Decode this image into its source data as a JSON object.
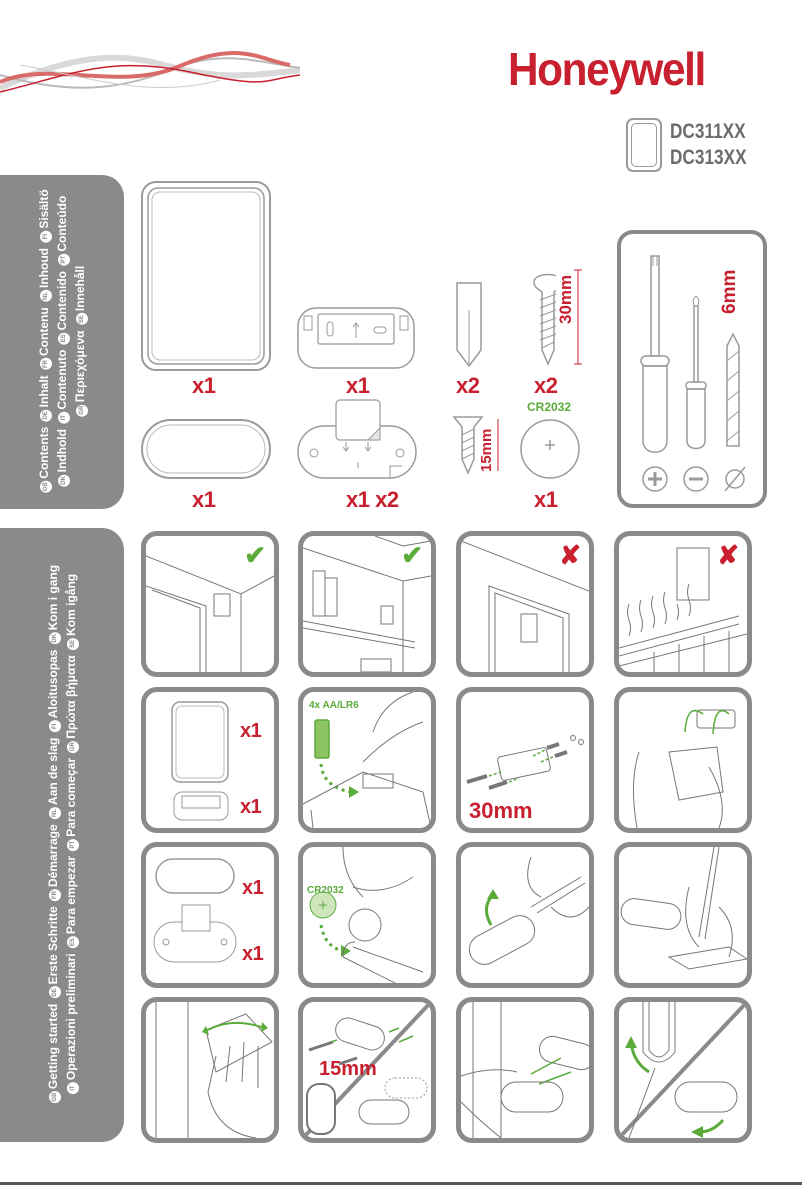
{
  "header": {
    "brand": "Honeywell",
    "models": [
      "DC311XX",
      "DC313XX"
    ]
  },
  "contents_tab": {
    "line1": [
      {
        "flag": "GB",
        "text": "Contents"
      },
      {
        "flag": "DE",
        "text": "Inhalt"
      },
      {
        "flag": "FR",
        "text": "Contenu"
      },
      {
        "flag": "NL",
        "text": "Inhoud"
      },
      {
        "flag": "FI",
        "text": "Sisältö"
      }
    ],
    "line2": [
      {
        "flag": "DK",
        "text": "Indhold"
      },
      {
        "flag": "IT",
        "text": "Contenuto"
      },
      {
        "flag": "ES",
        "text": "Contenido"
      },
      {
        "flag": "PT",
        "text": "Conteúdo"
      }
    ],
    "line3": [
      {
        "flag": "GR",
        "text": "Περιεχόμενα"
      },
      {
        "flag": "SE",
        "text": "Innehåll"
      }
    ]
  },
  "getting_started_tab": {
    "line1": [
      {
        "flag": "GB",
        "text": "Getting started"
      },
      {
        "flag": "DE",
        "text": "Erste Schritte"
      },
      {
        "flag": "FR",
        "text": "Démarrage"
      },
      {
        "flag": "NL",
        "text": "Aan de slag"
      },
      {
        "flag": "FI",
        "text": "Aloitusopas"
      },
      {
        "flag": "DK",
        "text": "Kom i gang"
      }
    ],
    "line2": [
      {
        "flag": "IT",
        "text": "Operazioni preliminari"
      },
      {
        "flag": "ES",
        "text": "Para empezar"
      },
      {
        "flag": "PT",
        "text": "Para começar"
      },
      {
        "flag": "GR",
        "text": "Πρώτα βήματα"
      },
      {
        "flag": "SE",
        "text": "Kom igång"
      }
    ]
  },
  "contents": {
    "items": [
      {
        "name": "door-contact-transmitter",
        "qty": "x1"
      },
      {
        "name": "mounting-bracket",
        "qty": "x1"
      },
      {
        "name": "wall-plug",
        "qty": "x2"
      },
      {
        "name": "screw-30mm",
        "qty": "x2",
        "dimension": "30mm"
      },
      {
        "name": "magnet",
        "qty": "x1"
      },
      {
        "name": "magnet-base-adhesive",
        "qty": "x1 x2"
      },
      {
        "name": "screw-15mm",
        "qty": "",
        "dimension": "15mm"
      },
      {
        "name": "coin-battery",
        "qty": "x1",
        "label": "CR2032"
      }
    ],
    "tools": {
      "drill_size": "6mm",
      "symbols": [
        "+",
        "−",
        "∅"
      ]
    }
  },
  "steps": {
    "row1": [
      {
        "name": "good-location-wall",
        "mark": "✔"
      },
      {
        "name": "good-location-shelf",
        "mark": "✔"
      },
      {
        "name": "bad-location-door",
        "mark": "✘"
      },
      {
        "name": "bad-location-radiator",
        "mark": "✘"
      }
    ],
    "row2": {
      "qty_top": "x1",
      "qty_bottom": "x1",
      "battery_label": "4x AA/LR6",
      "screw_length": "30mm"
    },
    "row3": {
      "qty_top": "x1",
      "qty_bottom": "x1",
      "battery_label": "CR2032"
    },
    "row4": {
      "screw_length": "15mm"
    }
  },
  "colors": {
    "brand_red": "#c8202f",
    "accent_green": "#5aab3a",
    "panel_gray": "#8a8a8a"
  }
}
